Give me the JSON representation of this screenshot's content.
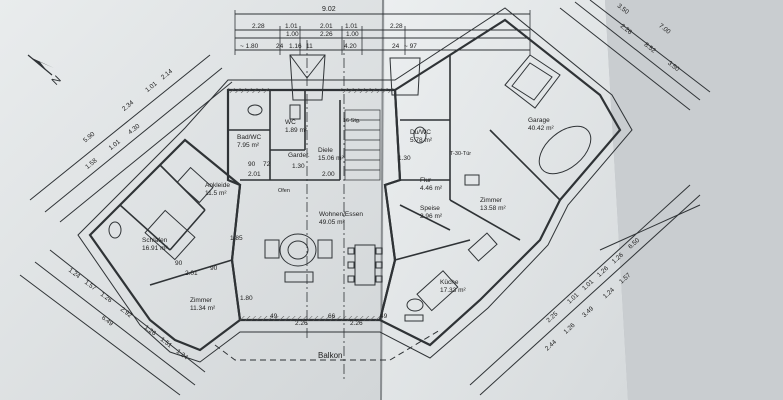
{
  "dims": {
    "top_total": "9.02",
    "top_row1": [
      "2.28",
      "1.01",
      "2.01",
      "1.01",
      "2.28"
    ],
    "top_row2": [
      "1.00",
      "2.26",
      "1.00"
    ],
    "top_row3": [
      "~ 1.80",
      "24",
      "1.16",
      "11",
      "4.20",
      "24",
      "~ 97"
    ],
    "left_diag": [
      "5.90",
      "2.34",
      "1.01",
      "2.14",
      "1.58",
      "1.01",
      "4.30"
    ],
    "left_lower": [
      "1.24",
      "1.57",
      "1.26",
      "2.92",
      "6.49",
      "1.26",
      "1.51",
      "1.24"
    ],
    "right_diag": [
      "3.50",
      "7.00",
      "2.26",
      "8.52",
      "3.50"
    ],
    "right_lower": [
      "2.25",
      "1.01",
      "1.01",
      "1.26",
      "1.26",
      "6.50",
      "2.44",
      "1.26",
      "3.49",
      "1.24",
      "1.57"
    ],
    "bottom": [
      "49",
      "2.26",
      "66",
      "2.26",
      "49"
    ],
    "misc": [
      "1.30",
      "2.00",
      "90",
      "72",
      "2.01",
      "1.30",
      "90",
      "2.01",
      "90",
      "1.80",
      "1.85"
    ]
  },
  "rooms": [
    {
      "name": "Bad/WC",
      "area": "7.95 m²"
    },
    {
      "name": "WC",
      "area": "1.89 m²"
    },
    {
      "name": "Diele",
      "area": "15.06 m²"
    },
    {
      "name": "Garder.",
      "area": ""
    },
    {
      "name": "Ankleide",
      "area": "11.5 m²"
    },
    {
      "name": "Schlafen",
      "area": "16.91 m²"
    },
    {
      "name": "Wohnen/Essen",
      "area": "49.05 m²"
    },
    {
      "name": "Zimmer",
      "area": "11.34 m²"
    },
    {
      "name": "Du/WC",
      "area": "5.78 m²"
    },
    {
      "name": "Flur",
      "area": "4.46 m²"
    },
    {
      "name": "Speise",
      "area": "2.96 m²"
    },
    {
      "name": "Zimmer",
      "area": "13.58 m²"
    },
    {
      "name": "Küche",
      "area": "17.33 m²"
    },
    {
      "name": "Garage",
      "area": "40.42 m²"
    }
  ],
  "labels": {
    "balkon": "Balkon",
    "ofen": "Ofen",
    "tuer": "T-30-Tür",
    "north": "N",
    "steps": "16 Stg."
  }
}
